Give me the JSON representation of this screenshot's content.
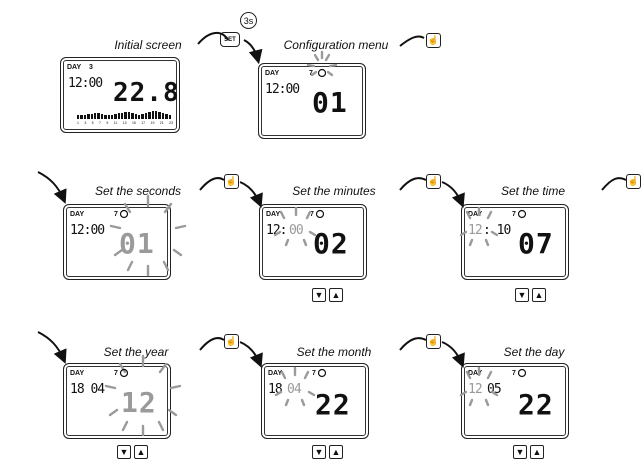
{
  "captions": {
    "initial": "Initial screen",
    "config": "Configuration menu",
    "seconds": "Set the seconds",
    "minutes": "Set the minutes",
    "time": "Set the time",
    "year": "Set the year",
    "month": "Set the month",
    "day": "Set the day"
  },
  "set_button": {
    "label": "SET",
    "hold": "3s"
  },
  "screens": {
    "initial": {
      "day_label": "DAY",
      "day_num": "3",
      "clock": "12:00",
      "big": "22.8",
      "axis_labels": [
        "1",
        "3",
        "5",
        "7",
        "9",
        "11",
        "13",
        "15",
        "17",
        "19",
        "21",
        "23"
      ]
    },
    "config": {
      "day_label": "DAY",
      "day_num": "7",
      "clock": "12:00",
      "big": "01"
    },
    "seconds": {
      "day_label": "DAY",
      "day_num": "7",
      "clock": "12:00",
      "big": "01"
    },
    "minutes": {
      "day_label": "DAY",
      "day_num": "7",
      "clock_h": "12:",
      "clock_m": "00",
      "big": "02"
    },
    "time": {
      "day_label": "DAY",
      "day_num": "7",
      "clock_h": "12",
      "clock_m": ": 10",
      "big": "07"
    },
    "year": {
      "day_label": "DAY",
      "day_num": "7",
      "clock": "18 04",
      "big": "12"
    },
    "month": {
      "day_label": "DAY",
      "day_num": "7",
      "clock_h": "18",
      "clock_m": "04",
      "big": "22"
    },
    "day": {
      "day_label": "DAY",
      "day_num": "7",
      "clock_h": "12",
      "clock_m": "05",
      "big": "22"
    }
  },
  "arrows": {
    "down": "▼",
    "up": "▲"
  },
  "icons": {
    "hand": "pointing-hand-icon",
    "alarm": "alarm-clock-icon"
  }
}
